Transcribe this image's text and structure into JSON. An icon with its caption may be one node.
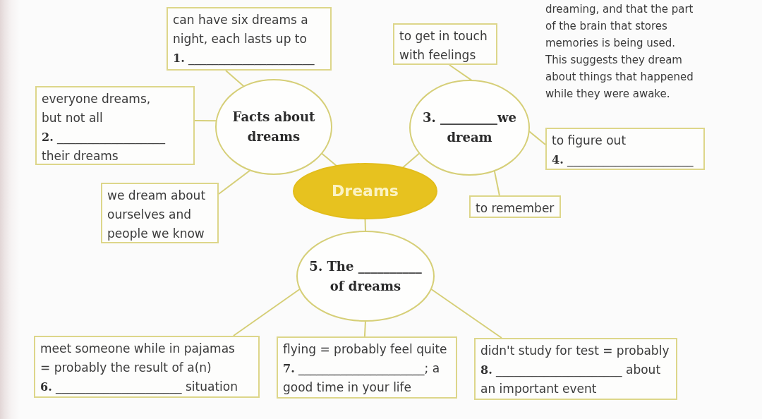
{
  "diagram": {
    "nodes": [
      {
        "text": [
          "can have six dreams a night, each lasts up to **1.** _____________________"
        ]
      },
      {
        "text": [
          "to get in touch with feelings"
        ]
      },
      {
        "text": [
          "Facts about dreams"
        ]
      },
      {
        "text": [
          "3. _________we dream"
        ]
      },
      {
        "text": [
          "everyone dreams, but not all **2.** __________________ their dreams"
        ]
      },
      {
        "text": [
          "to figure out **4.** _____________________"
        ]
      },
      {
        "text": [
          "Dreams"
        ]
      },
      {
        "text": [
          "we dream about ourselves and people we know"
        ]
      },
      {
        "text": [
          "to remember"
        ]
      },
      {
        "text": [
          "5. The __________ of dreams"
        ]
      },
      {
        "text": [
          "meet someone while in pajamas = probably the result of a(n) **6.** _____________________ situation"
        ]
      },
      {
        "text": [
          "flying = probably feel quite **7.** _____________________; a good time in your life"
        ]
      },
      {
        "text": [
          "didn't study for test = probably **8.** _____________________ about an important event"
        ]
      }
    ],
    "edges": [
      {
        "from": 6,
        "to": 2,
        "arrow": "none"
      },
      {
        "from": 6,
        "to": 3,
        "arrow": "none"
      },
      {
        "from": 6,
        "to": 9,
        "arrow": "none"
      },
      {
        "from": 2,
        "to": 0,
        "arrow": "none"
      },
      {
        "from": 2,
        "to": 4,
        "arrow": "none"
      },
      {
        "from": 2,
        "to": 7,
        "arrow": "none"
      },
      {
        "from": 3,
        "to": 1,
        "arrow": "none"
      },
      {
        "from": 3,
        "to": 5,
        "arrow": "none"
      },
      {
        "from": 3,
        "to": 8,
        "arrow": "none"
      },
      {
        "from": 9,
        "to": 10,
        "arrow": "none"
      },
      {
        "from": 9,
        "to": 11,
        "arrow": "none"
      },
      {
        "from": 9,
        "to": 12,
        "arrow": "none"
      }
    ],
    "labels": [
      "dreaming, and that the part of the brain that stores memories is being used. This suggests they dream about things that happened while they were awake."
    ]
  }
}
